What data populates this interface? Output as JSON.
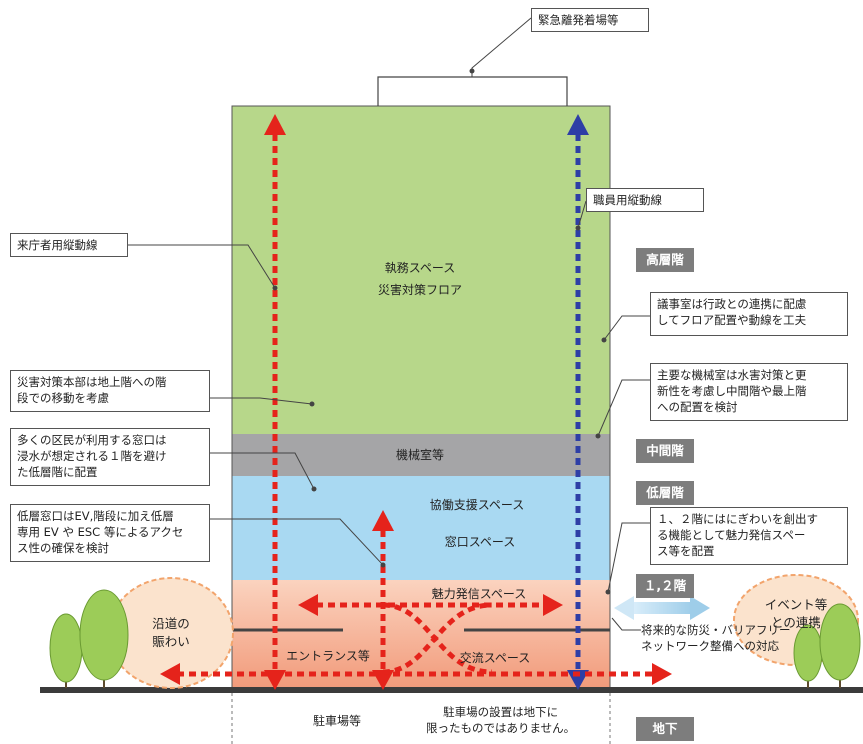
{
  "callouts": {
    "heliport": "緊急離発着場等",
    "staff_route": "職員用縦動線",
    "visitor_route": "来庁者用縦動線",
    "assembly": [
      "議事室は行政との連携に配慮",
      "してフロア配置や動線を工夫"
    ],
    "mechanical": [
      "主要な機械室は水害対策と更",
      "新性を考慮し中間階や最上階",
      "への配置を検討"
    ],
    "disaster_hq": [
      "災害対策本部は地上階への階",
      "段での移動を考慮"
    ],
    "counters": [
      "多くの区民が利用する窓口は",
      "浸水が想定される１階を避け",
      "た低層階に配置"
    ],
    "low_counters": [
      "低層窓口はEV,階段に加え低層",
      "専用 EV や ESC 等によるアクセ",
      "ス性の確保を検討"
    ],
    "lively": [
      "１、２階にはにぎわいを創出す",
      "る機能として魅力発信スペー",
      "ス等を配置"
    ],
    "network": [
      "将来的な防災・バリアフリー",
      "ネットワーク整備への対応"
    ],
    "parking_note": [
      "駐車場の設置は地下に",
      "限ったものではありません。"
    ]
  },
  "floors": {
    "high_label_1": "執務スペース",
    "high_label_2": "災害対策フロア",
    "mid_label": "機械室等",
    "low_label_1": "協働支援スペース",
    "low_label_2": "窓口スペース",
    "g1_label": "魅力発信スペース",
    "g2_label": "交流スペース",
    "entrance": "エントランス等",
    "parking": "駐車場等"
  },
  "tags": {
    "high": "高層階",
    "mid": "中間階",
    "low": "低層階",
    "ground": "１,２階",
    "basement": "地下"
  },
  "blobs": {
    "left": [
      "沿道の",
      "賑わい"
    ],
    "right": [
      "イベント等",
      "との連携"
    ]
  },
  "colors": {
    "high": "#b7d78a",
    "mid": "#a5a5a7",
    "low": "#a9d9f2",
    "ground": "#f6b394",
    "red": "#e5231b",
    "blue": "#2e3ea6",
    "blob": "#fbe3cd",
    "tree": "#9ccc58",
    "tag": "#7d7d7d"
  }
}
